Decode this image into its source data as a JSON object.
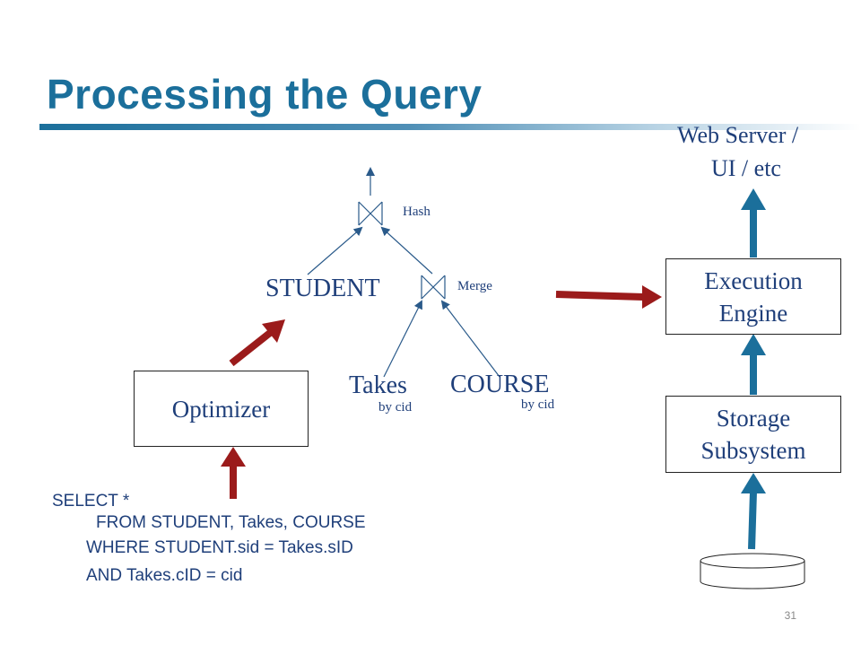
{
  "slide": {
    "title": "Processing the Query",
    "page_number": "31"
  },
  "plan_tree": {
    "top_join_label": "Hash",
    "inner_join_label": "Merge",
    "student_label": "STUDENT",
    "takes_label": "Takes",
    "takes_sub": "by cid",
    "course_label": "COURSE",
    "course_sub": "by cid"
  },
  "components": {
    "optimizer": "Optimizer",
    "execution_engine_line1": "Execution",
    "execution_engine_line2": "Engine",
    "storage_line1": "Storage",
    "storage_line2": "Subsystem",
    "web_server_line1": "Web Server /",
    "web_server_line2": "UI / etc"
  },
  "query": {
    "line1": "SELECT *",
    "line2": "FROM STUDENT, Takes, COURSE",
    "line3": "WHERE STUDENT.sid = Takes.sID",
    "line4": "AND Takes.cID = cid"
  },
  "colors": {
    "title": "#1b6f9b",
    "label_text": "#1f3f7a",
    "red_arrow": "#9b1b1b",
    "blue_arrow": "#1b6f9b"
  }
}
